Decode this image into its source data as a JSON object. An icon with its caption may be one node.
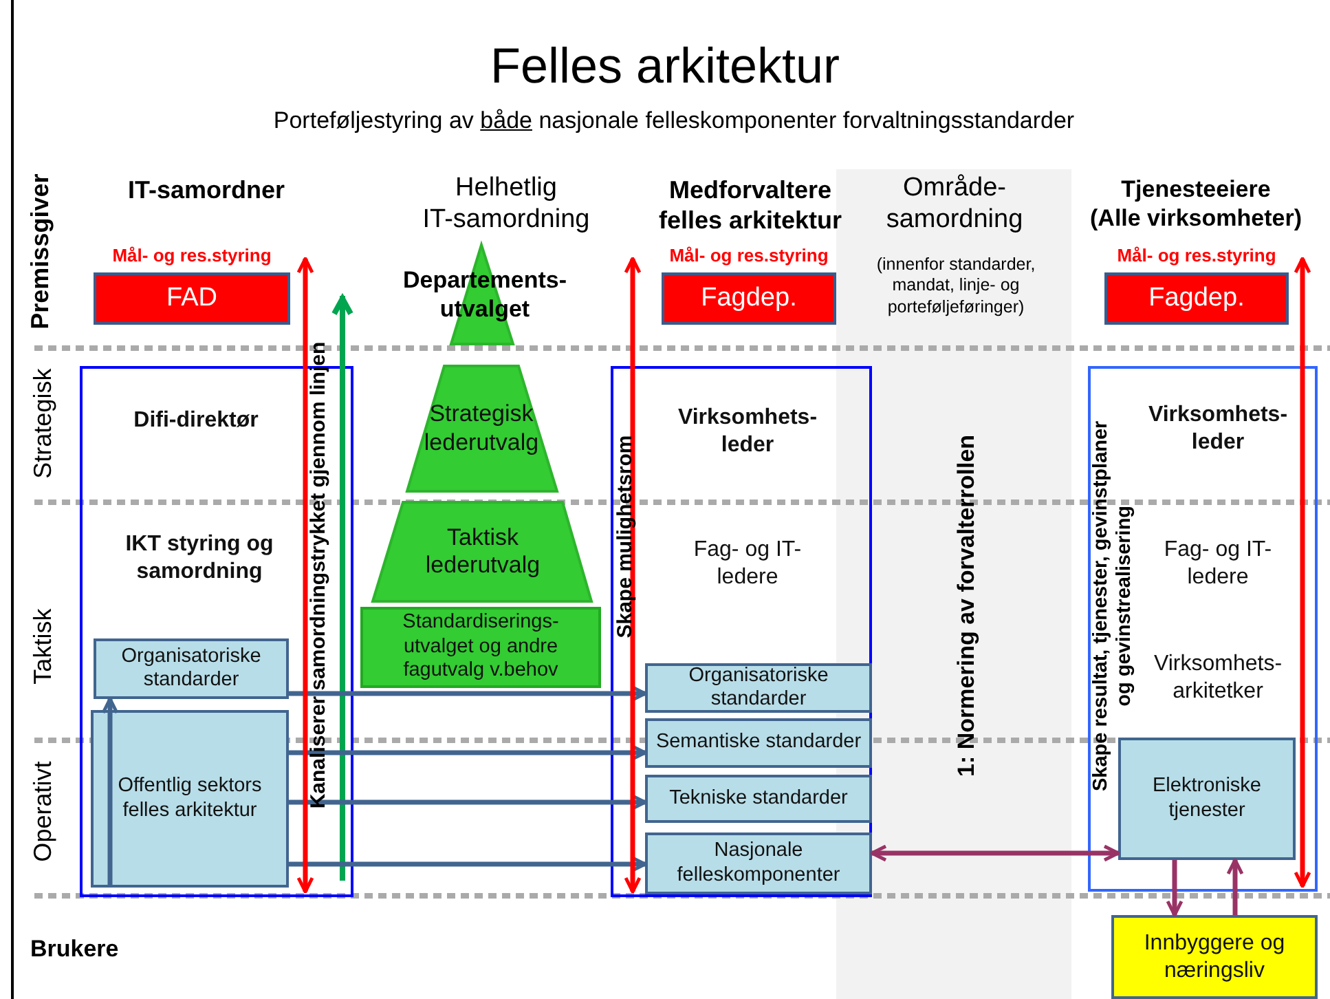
{
  "diagram": {
    "title": "Felles arkitektur",
    "nodes": [
      {
        "text": [
          "FAD"
        ],
        "beside": [
          "Mål- og res.styring"
        ]
      },
      {
        "text": [
          "Fagdep."
        ],
        "beside": [
          "Mål- og res.styring"
        ]
      },
      {
        "text": [
          "Fagdep."
        ],
        "beside": [
          "Mål- og res.styring"
        ]
      },
      {
        "text": [
          "Difi-direktør",
          "IKT styring og samordning"
        ]
      },
      {
        "text": [
          "Organisatoriske standarder"
        ],
        "in": 3
      },
      {
        "text": [
          "Offentlig sektors felles arkitektur"
        ],
        "in": 3
      },
      {
        "text": [
          "Virksomhets- leder",
          "Fag- og IT- ledere"
        ]
      },
      {
        "text": [
          "Organisatoriske standarder"
        ],
        "in": 6
      },
      {
        "text": [
          "Semantiske standarder"
        ],
        "in": 6
      },
      {
        "text": [
          "Tekniske standarder"
        ],
        "in": 6
      },
      {
        "text": [
          "Nasjonale felleskomponenter"
        ],
        "in": 6
      },
      {
        "text": [
          "Virksomhets- leder",
          "Fag- og IT- ledere",
          "Virksomhets- arkitetker"
        ]
      },
      {
        "text": [
          "Elektroniske tjenester"
        ],
        "in": 11
      },
      {
        "text": [
          "Innbyggere og næringsliv"
        ]
      },
      {
        "text": [
          "Departements- utvalget"
        ]
      },
      {
        "text": [
          "Strategisk lederutvalg"
        ]
      },
      {
        "text": [
          "Taktisk lederutvalg"
        ]
      },
      {
        "text": [
          "Standardiserings- utvalget og andre fagutvalg v.behov"
        ]
      }
    ],
    "edges": [
      {
        "from": 4,
        "to": 7,
        "arrow": "to"
      },
      {
        "from": 5,
        "to": 8,
        "arrow": "to"
      },
      {
        "from": 5,
        "to": 9,
        "arrow": "to"
      },
      {
        "from": 5,
        "to": 10,
        "arrow": "to"
      },
      {
        "from": 5,
        "to": 4,
        "arrow": "to"
      },
      {
        "from": 10,
        "to": 12,
        "arrow": "both",
        "color": "#993366"
      },
      {
        "from": 12,
        "to": 13,
        "arrow": "to",
        "color": "#993366"
      },
      {
        "from": 13,
        "to": 12,
        "arrow": "to",
        "color": "#993366"
      },
      {
        "from": 0,
        "to": 3,
        "arrow": "both",
        "color": "#ff0000"
      },
      {
        "from": 1,
        "to": 6,
        "arrow": "both",
        "color": "#ff0000"
      },
      {
        "from": 2,
        "to": 11,
        "arrow": "both",
        "color": "#ff0000"
      }
    ],
    "labels": [
      "Porteføljestyring av *både* nasjonale felleskomponenter forvaltningsstandarder",
      "Premissgiver",
      "IT-samordner",
      "Helhetlig IT-samordning",
      "Medforvaltere felles arkitektur",
      "Område- samordning",
      "(innenfor standarder, mandat, linje- og porteføljeføringer)",
      "Tjenesteeiere (Alle virksomheter)",
      "Strategisk",
      "Kanaliserer samordningstrykket gjennom linjen",
      "Skape mulighetsrom",
      "1: Normering av forvalterrollen",
      "Skape resultat, tjenester, gevinstplaner og gevinstrealisering",
      "Taktisk",
      "Operativt",
      "Brukere"
    ]
  }
}
